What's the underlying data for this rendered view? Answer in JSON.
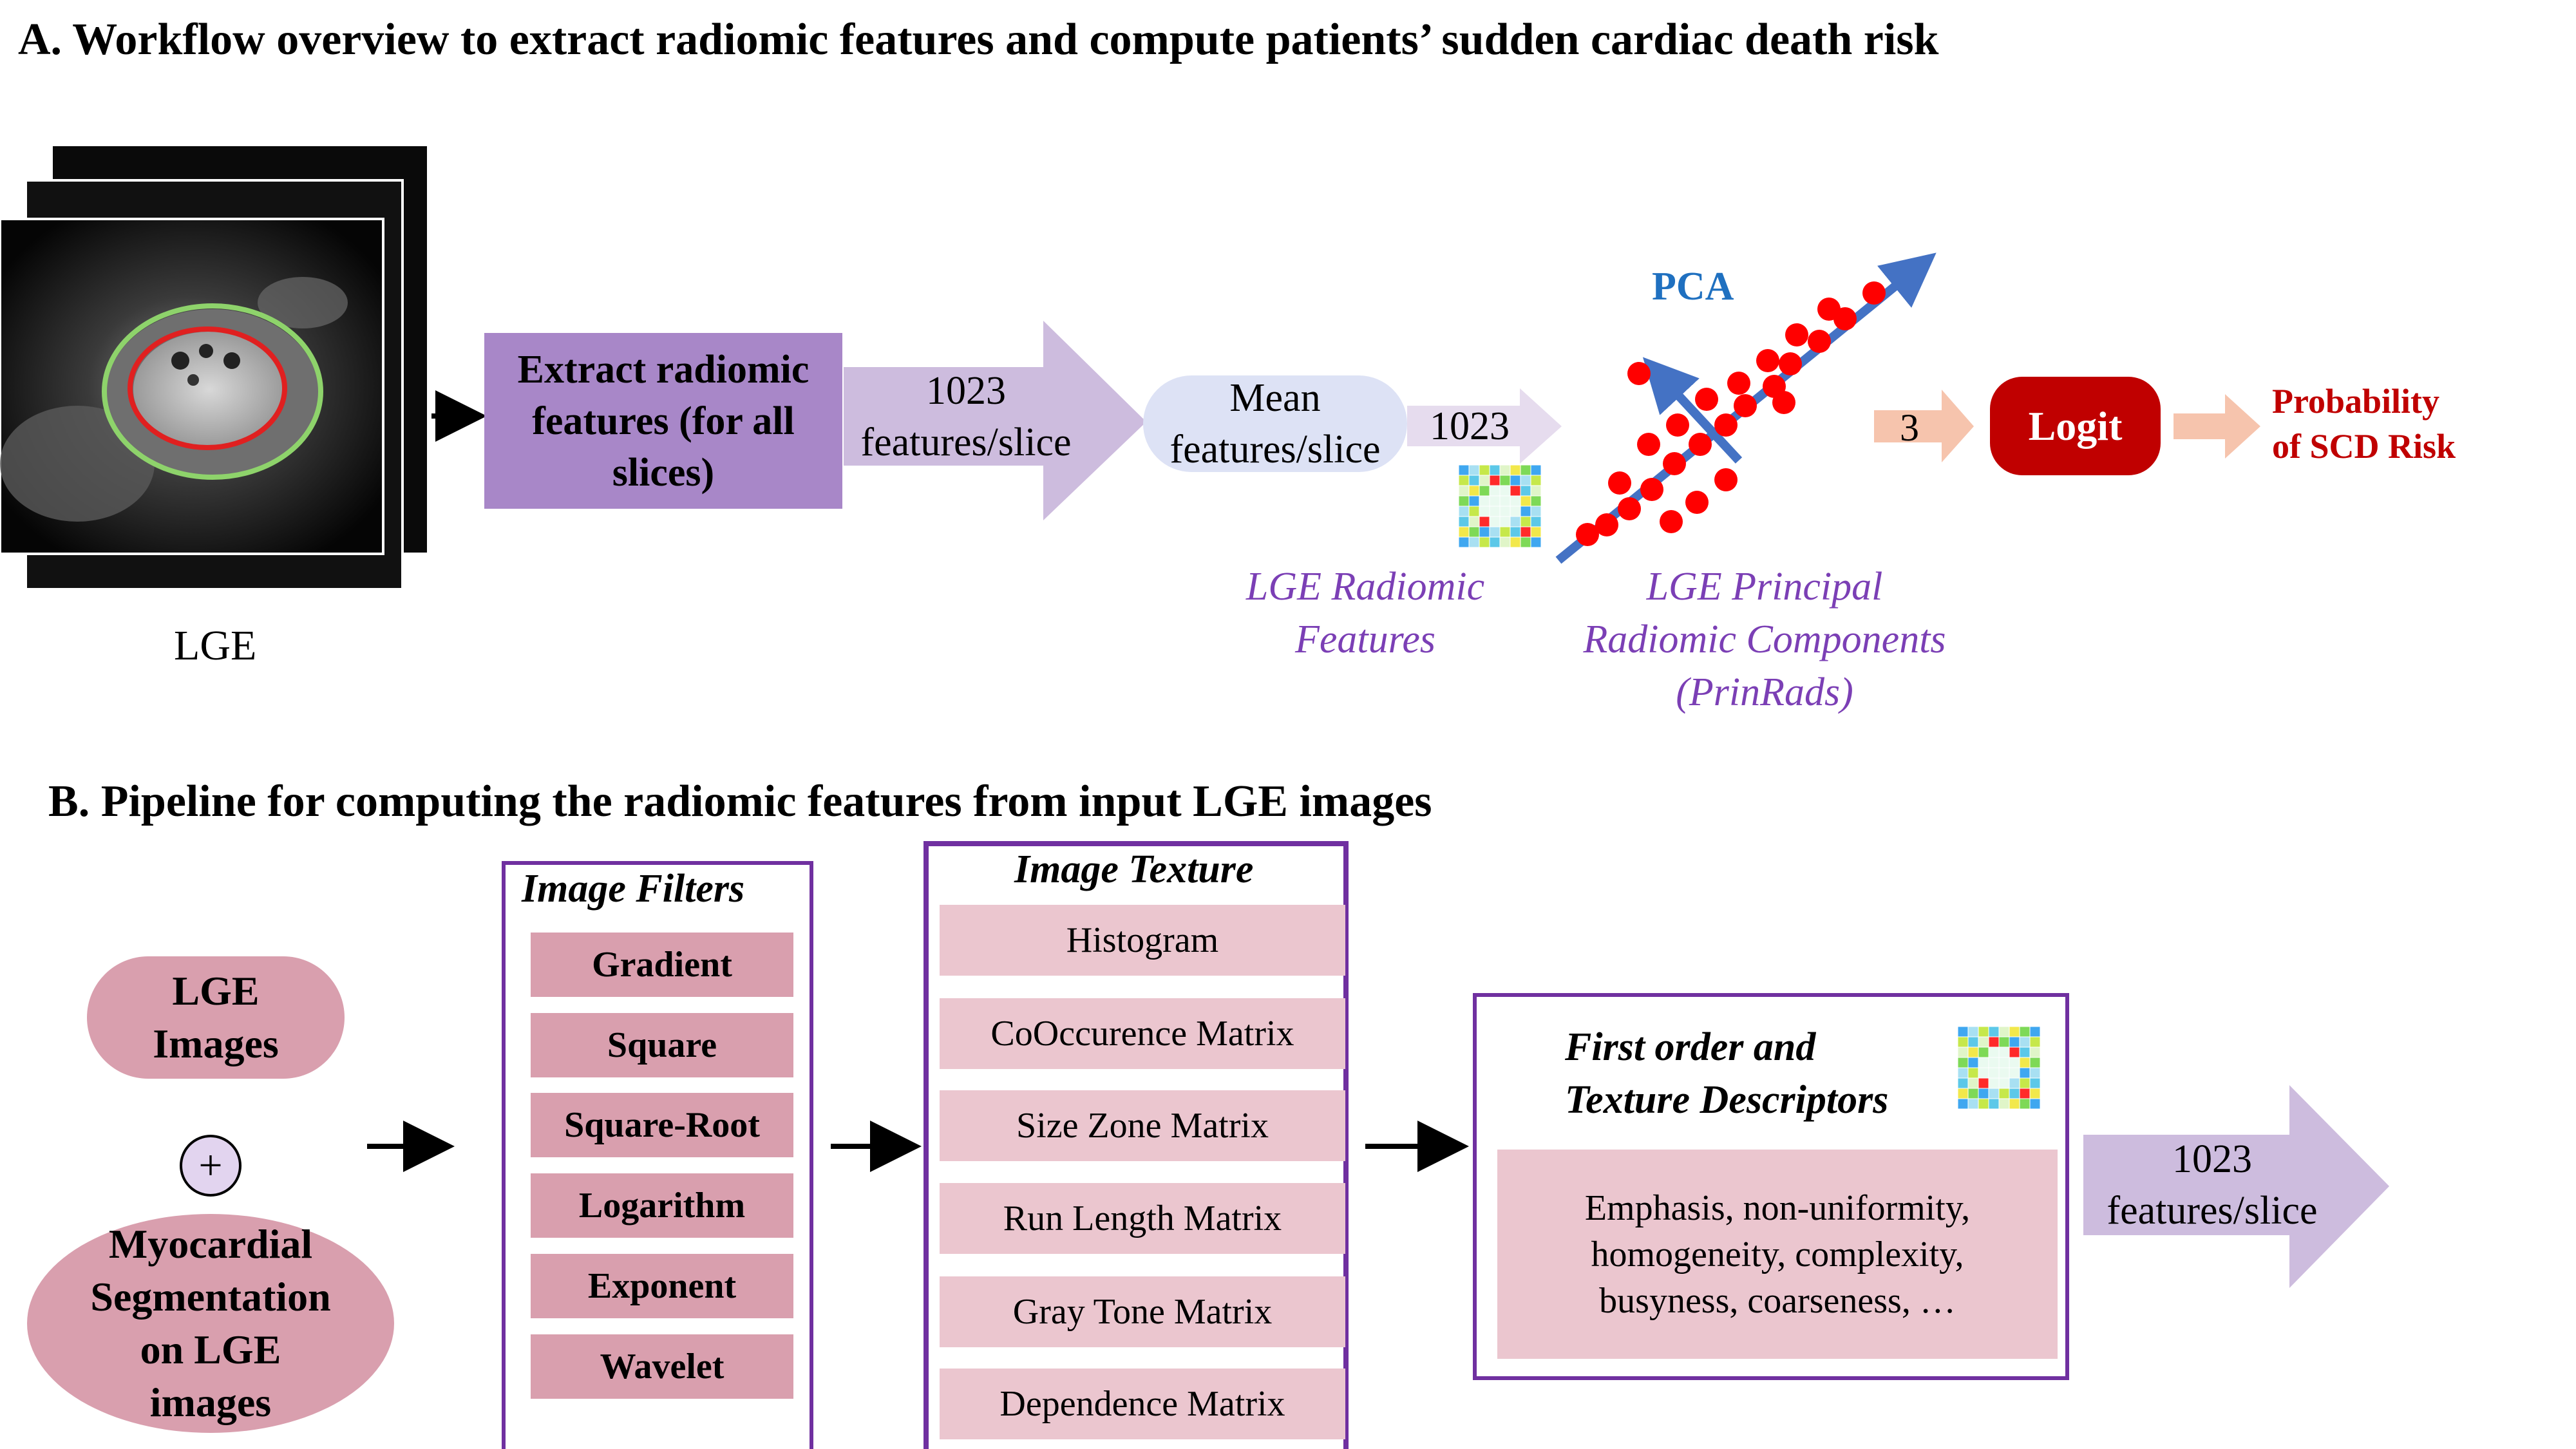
{
  "panel_a": {
    "title": "A. Workflow overview to extract radiomic features and compute patients’ sudden cardiac death risk",
    "lge_label": "LGE",
    "extract_box": [
      "Extract radiomic",
      "features (for all",
      "slices)"
    ],
    "arrow1_text": [
      "1023",
      "features/slice"
    ],
    "mean_box": [
      "Mean",
      "features/slice"
    ],
    "arrow2_text": "1023",
    "pca_label": "PCA",
    "arrow3_text": "3",
    "logit_label": "Logit",
    "output_label": [
      "Probability",
      "of SCD Risk"
    ],
    "caption_radiomic": [
      "LGE Radiomic",
      "Features"
    ],
    "caption_prinrads": [
      "LGE Principal",
      "Radiomic Components",
      "(PrinRads)"
    ]
  },
  "panel_b": {
    "title": "B. Pipeline for computing the radiomic features from input LGE images",
    "input1": [
      "LGE",
      "Images"
    ],
    "plus": "+",
    "input2": [
      "Myocardial",
      "Segmentation",
      "on LGE",
      "images"
    ],
    "filters_title": "Image Filters",
    "filters": [
      "Gradient",
      "Square",
      "Square-Root",
      "Logarithm",
      "Exponent",
      "Wavelet"
    ],
    "texture_title": "Image Texture",
    "textures": [
      "Histogram",
      "CoOccurence Matrix",
      "Size Zone Matrix",
      "Run Length Matrix",
      "Gray Tone Matrix",
      "Dependence Matrix"
    ],
    "descriptors_title": [
      "First order and",
      "Texture Descriptors"
    ],
    "descriptors_text": [
      "Emphasis, non-uniformity,",
      "homogeneity, complexity,",
      "busyness, coarseness, …"
    ],
    "output_arrow_text": [
      "1023",
      "features/slice"
    ]
  },
  "colors": {
    "purple_box": "#a887c8",
    "arrow_lavender": "#cdbcde",
    "mean_box": "#dde2f5",
    "logit_red": "#c00000",
    "peach": "#f6c4ad",
    "pca_blue": "#1f70c0",
    "axis_blue": "#4472c4",
    "pink": "#d99fae",
    "light_pink": "#ebc6cf",
    "frame_purple": "#7030a0",
    "caption_purple": "#7b3fb5"
  }
}
